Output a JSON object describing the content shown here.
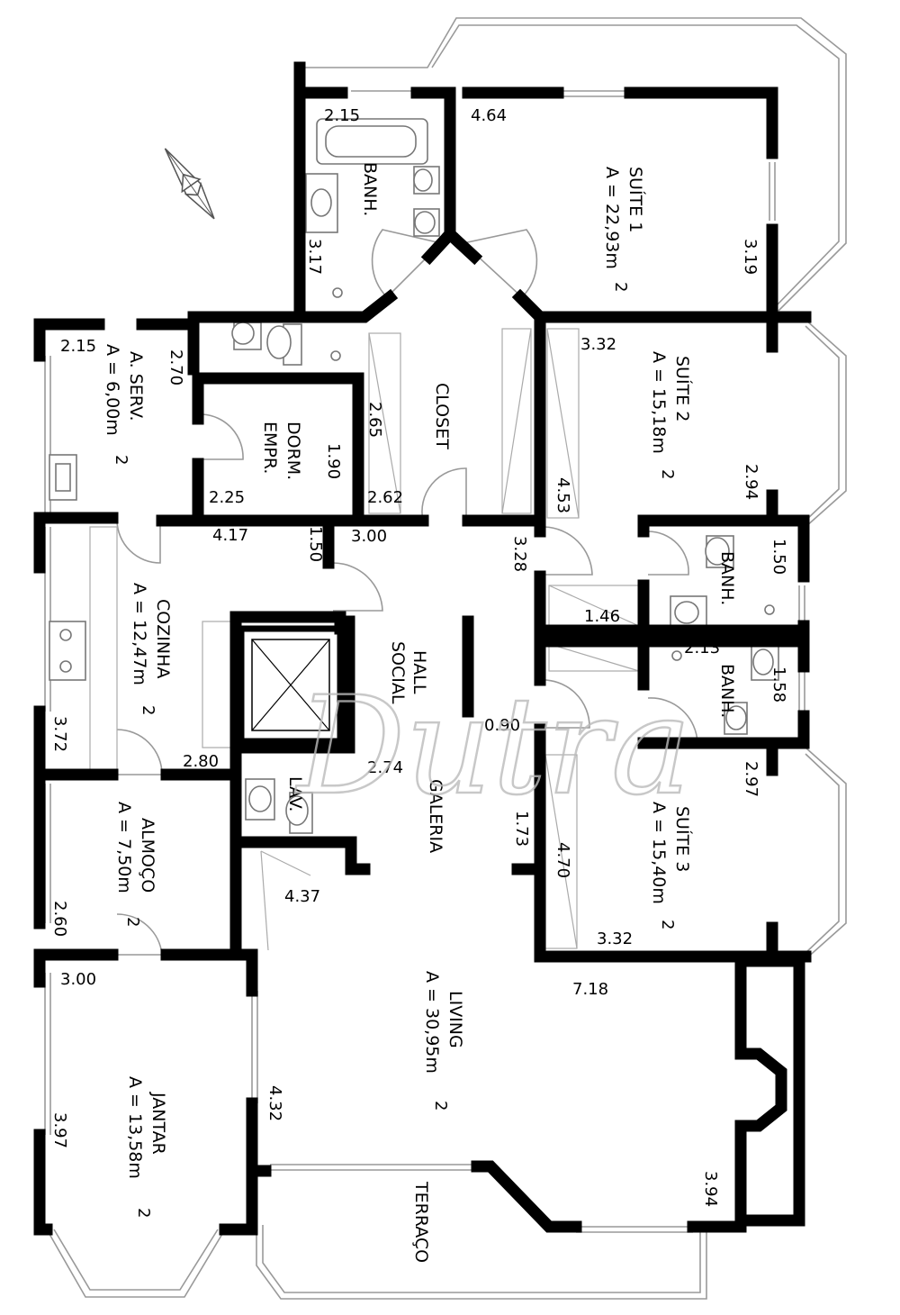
{
  "rooms": {
    "suite1": {
      "name": "SUÍTE 1",
      "area": "A = 22,93m",
      "sup": "2"
    },
    "suite2": {
      "name": "SUÍTE 2",
      "area": "A = 15,18m",
      "sup": "2"
    },
    "suite3": {
      "name": "SUÍTE 3",
      "area": "A = 15,40m",
      "sup": "2"
    },
    "banh1": {
      "name": "BANH."
    },
    "banh2": {
      "name": "BANH."
    },
    "banh3": {
      "name": "BANH."
    },
    "closet": {
      "name": "CLOSET"
    },
    "aserv": {
      "name": "A. SERV.",
      "area": "A = 6,00m",
      "sup": "2"
    },
    "dorm": {
      "name1": "DORM.",
      "name2": "EMPR."
    },
    "cozinha": {
      "name": "COZINHA",
      "area": "A = 12,47m",
      "sup": "2"
    },
    "hall": {
      "name1": "HALL",
      "name2": "SOCIAL"
    },
    "lav": {
      "name": "LAV."
    },
    "galeria": {
      "name": "GALERIA"
    },
    "almoco": {
      "name": "ALMOÇO",
      "area": "A = 7,50m",
      "sup": "2"
    },
    "living": {
      "name": "LIVING",
      "area": "A = 30,95m",
      "sup": "2"
    },
    "jantar": {
      "name": "JANTAR",
      "area": "A = 13,58m",
      "sup": "2"
    },
    "terraco": {
      "name": "TERRAÇO"
    }
  },
  "dimensions": {
    "d215a": "2.15",
    "d464": "4.64",
    "d317": "3.17",
    "d319": "3.19",
    "d215b": "2.15",
    "d270": "2.70",
    "d190": "1.90",
    "d265": "2.65",
    "d225": "2.25",
    "d262": "2.62",
    "d332a": "3.32",
    "d453": "4.53",
    "d294": "2.94",
    "d417": "4.17",
    "d150a": "1.50",
    "d300a": "3.00",
    "d328": "3.28",
    "d150b": "1.50",
    "d146": "1.46",
    "d213": "2.13",
    "d158": "1.58",
    "d090": "0.90",
    "d372": "3.72",
    "d280": "2.80",
    "d274": "2.74",
    "d297": "2.97",
    "d173": "1.73",
    "d470": "4.70",
    "d437": "4.37",
    "d260": "2.60",
    "d332b": "3.32",
    "d300b": "3.00",
    "d718": "7.18",
    "d432": "4.32",
    "d397": "3.97",
    "d394": "3.94"
  },
  "watermark": "Dutra"
}
